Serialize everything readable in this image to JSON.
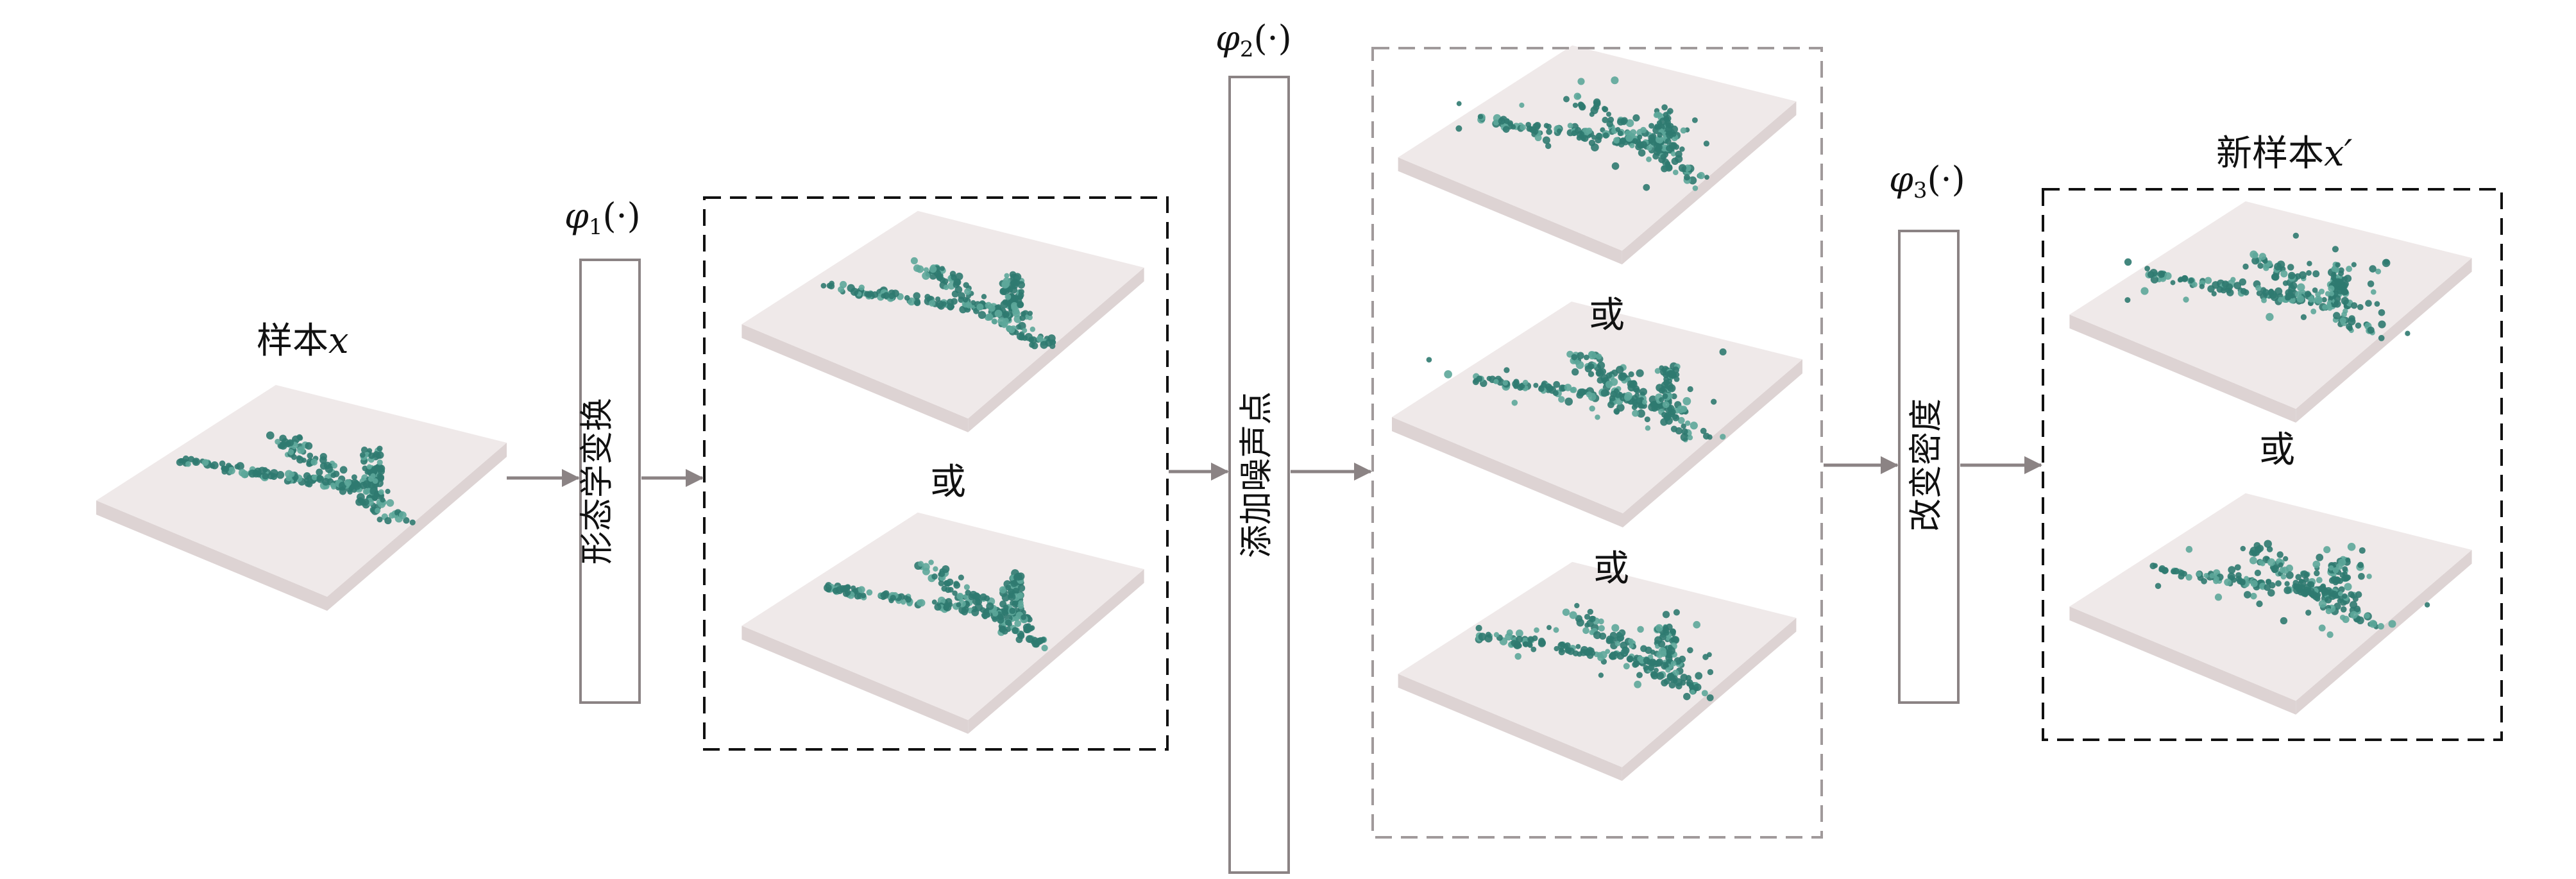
{
  "sample_label": {
    "text": "样本",
    "var": "x"
  },
  "new_sample_label": {
    "text": "新样本",
    "var": "x′"
  },
  "ops": [
    {
      "fn": "φ",
      "sub": "1",
      "arg": "(·)",
      "label": "形态学变换"
    },
    {
      "fn": "φ",
      "sub": "2",
      "arg": "(·)",
      "label": "添加噪声点"
    },
    {
      "fn": "φ",
      "sub": "3",
      "arg": "(·)",
      "label": "改变密度"
    }
  ],
  "or_text": "或",
  "colors": {
    "point": "#2f7a70",
    "point_light": "#5da79a",
    "plate_top": "#efe9e9",
    "plate_side": "#ddd3d3",
    "arrow": "#8b8384",
    "dashed_black": "#111111",
    "dashed_gray": "#a09a9b"
  }
}
